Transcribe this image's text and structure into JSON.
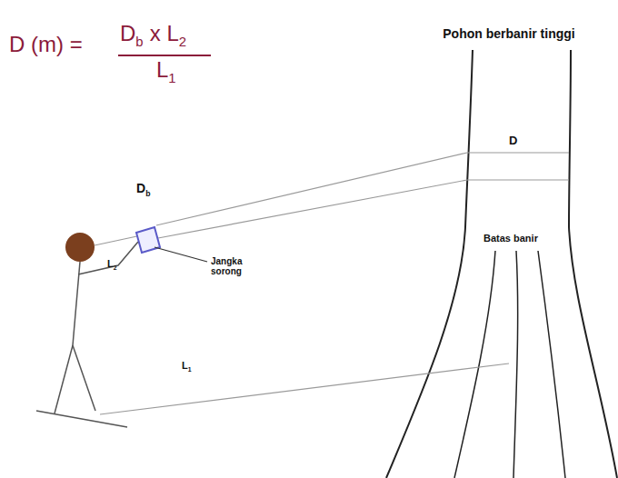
{
  "diagram": {
    "labels": [
      "D (m) =",
      "D",
      "b",
      "x L",
      "2",
      "L",
      "1",
      "Pohon berbanir tinggi",
      "D",
      "Batas banir",
      "D",
      "b",
      "Jangka sorong",
      "L",
      "2",
      "L",
      "1"
    ]
  }
}
